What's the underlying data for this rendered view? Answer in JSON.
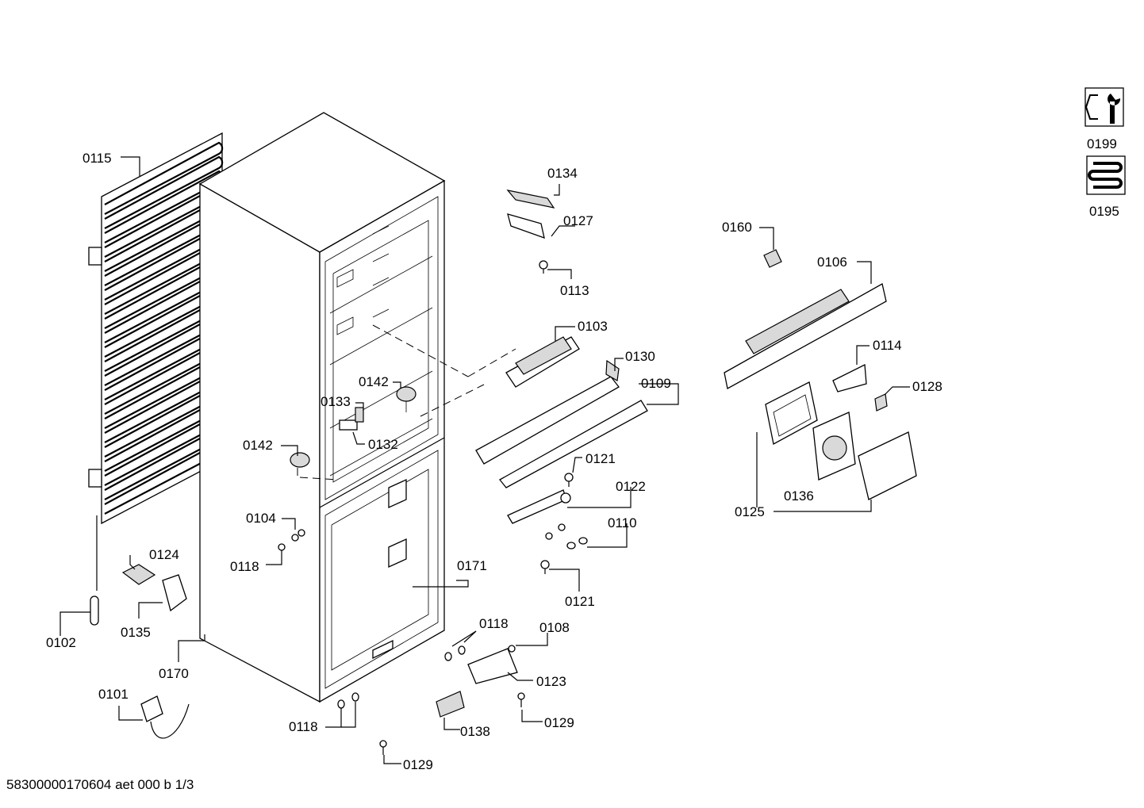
{
  "footer": {
    "text": "58300000170604 aet 000 b 1/3"
  },
  "labels": {
    "l0115": "0115",
    "l0134": "0134",
    "l0127": "0127",
    "l0113": "0113",
    "l0160": "0160",
    "l0106": "0106",
    "l0103": "0103",
    "l0130": "0130",
    "l0109": "0109",
    "l0114": "0114",
    "l0128": "0128",
    "l0142a": "0142",
    "l0133": "0133",
    "l0132": "0132",
    "l0142b": "0142",
    "l0121a": "0121",
    "l0122": "0122",
    "l0110": "0110",
    "l0125": "0125",
    "l0136": "0136",
    "l0104": "0104",
    "l0118a": "0118",
    "l0124": "0124",
    "l0171": "0171",
    "l0121b": "0121",
    "l0102": "0102",
    "l0135": "0135",
    "l0118b": "0118",
    "l0108": "0108",
    "l0170": "0170",
    "l0123": "0123",
    "l0101": "0101",
    "l0129a": "0129",
    "l0118c": "0118",
    "l0138": "0138",
    "l0129b": "0129",
    "l0199": "0199",
    "l0195": "0195"
  },
  "icons": {
    "service": "wrench-nut-icon",
    "refrigerant": "coil-icon"
  }
}
